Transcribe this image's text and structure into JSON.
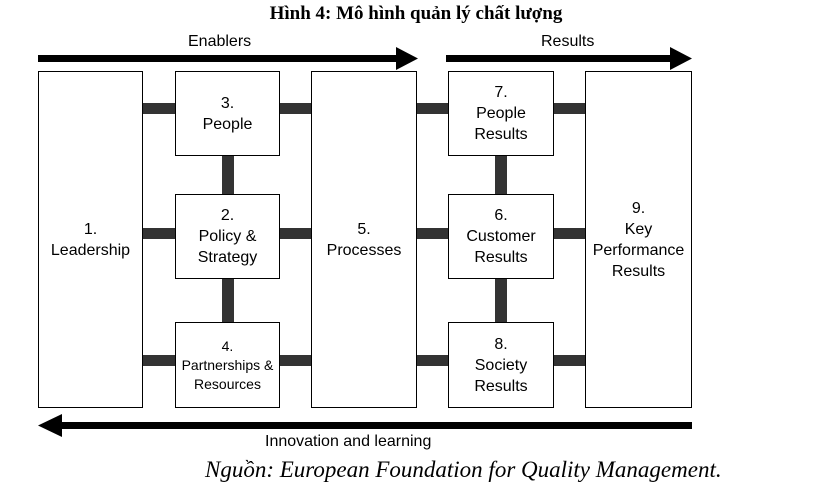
{
  "title": "Hình 4: Mô hình quản lý chất lượng",
  "arrows": {
    "enablers": "Enablers",
    "results": "Results",
    "innovation": "Innovation and learning"
  },
  "boxes": {
    "leadership": "1.\nLeadership",
    "people": "3.\nPeople",
    "policy": "2.\nPolicy &\nStrategy",
    "partnerships": "4.\nPartnerships &\nResources",
    "processes": "5.\nProcesses",
    "people_results": "7.\nPeople\nResults",
    "customer_results": "6.\nCustomer\nResults",
    "society_results": "8.\nSociety\nResults",
    "key_results": "9.\nKey\nPerformance\nResults"
  },
  "source": "Nguồn: European Foundation for Quality Management."
}
